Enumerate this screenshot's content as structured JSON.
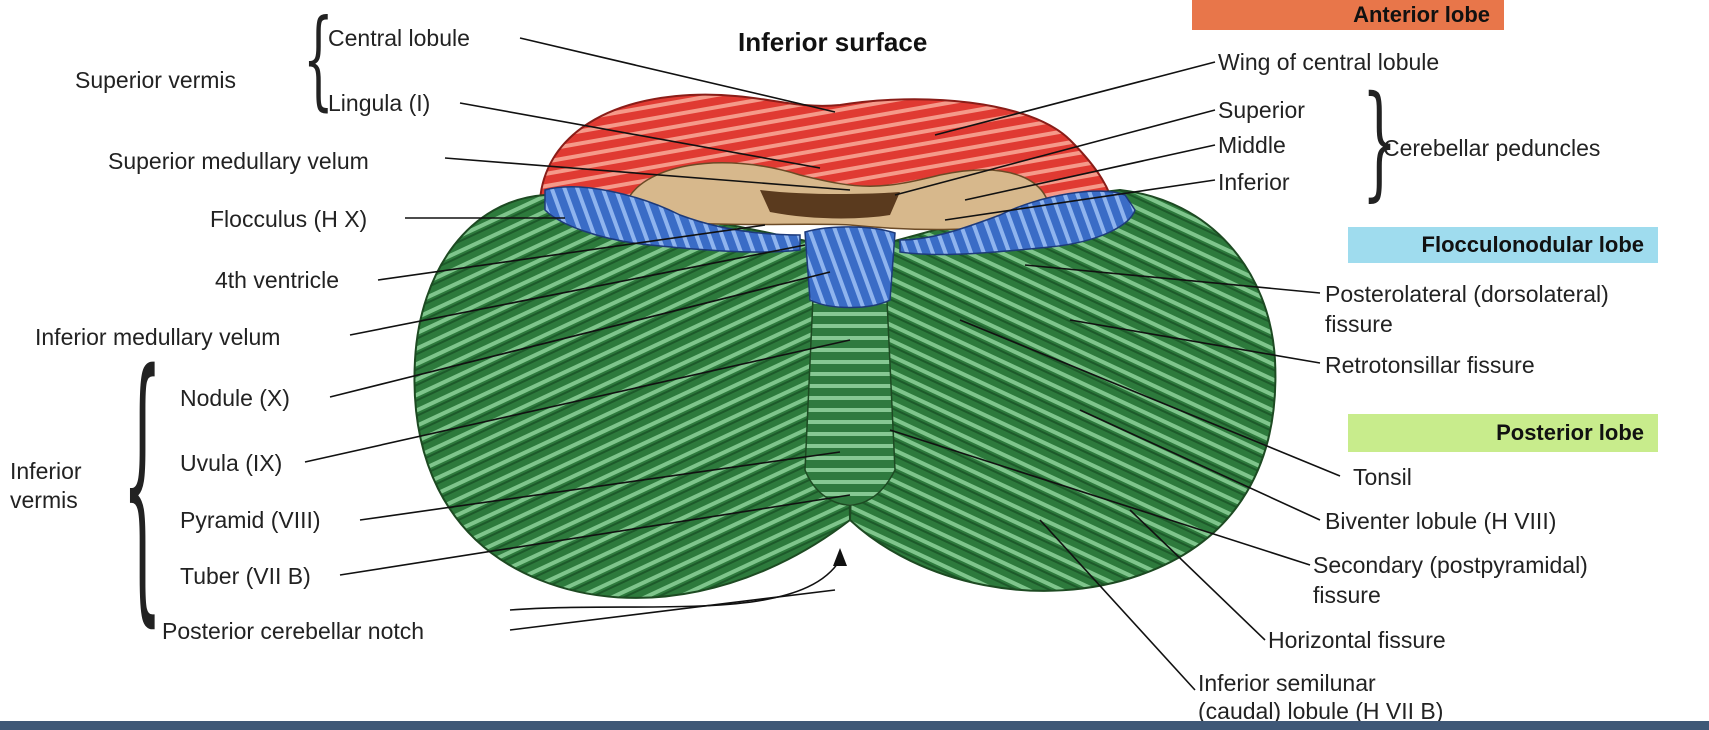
{
  "title": "Inferior surface",
  "lobes": {
    "anterior": "Anterior lobe",
    "flocculonodular": "Flocculonodular lobe",
    "posterior": "Posterior lobe"
  },
  "colors": {
    "anterior": "#e8453c",
    "flocculonodular": "#3d6fc8",
    "posterior": "#2d7a3c",
    "anterior_band": "#e8764a",
    "flocculonodular_band": "#9fdcee",
    "posterior_band": "#c8ec8c"
  },
  "groups": {
    "superior_vermis": "Superior vermis",
    "inferior_vermis": [
      "Inferior",
      "vermis"
    ],
    "cerebellar_peduncles": "Cerebellar peduncles"
  },
  "labels_left": {
    "central_lobule": "Central lobule",
    "lingula": "Lingula (I)",
    "superior_medullary_velum": "Superior medullary velum",
    "flocculus": "Flocculus (H X)",
    "fourth_ventricle": "4th ventricle",
    "inferior_medullary_velum": "Inferior medullary velum",
    "nodule": "Nodule (X)",
    "uvula": "Uvula (IX)",
    "pyramid": "Pyramid (VIII)",
    "tuber": "Tuber (VII B)",
    "posterior_cerebellar_notch": "Posterior cerebellar notch"
  },
  "labels_right": {
    "wing_central_lobule": "Wing of central lobule",
    "superior": "Superior",
    "middle": "Middle",
    "inferior": "Inferior",
    "posterolateral_fissure": [
      "Posterolateral (dorsolateral)",
      "fissure"
    ],
    "retrotonsillar_fissure": "Retrotonsillar fissure",
    "tonsil": "Tonsil",
    "biventer_lobule": "Biventer lobule (H VIII)",
    "secondary_fissure": [
      "Secondary (postpyramidal)",
      "fissure"
    ],
    "horizontal_fissure": "Horizontal fissure",
    "inferior_semilunar_lobule": [
      "Inferior semilunar",
      "(caudal) lobule (H VII B)"
    ]
  }
}
